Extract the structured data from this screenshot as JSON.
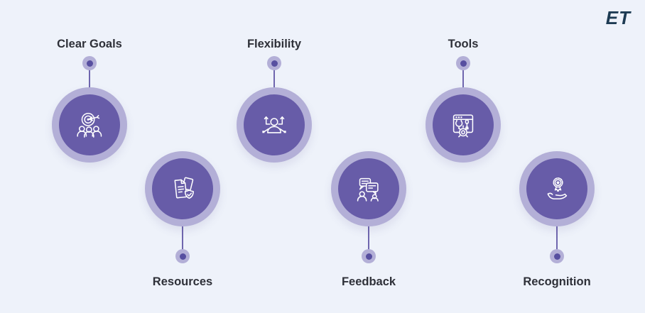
{
  "logo": {
    "text": "ET"
  },
  "colors": {
    "bg": "#eef2fa",
    "ring": "#b3afd7",
    "disc": "#675ca8",
    "dot": "#574fa0",
    "line": "#6f66ae",
    "label": "#2e3038",
    "logo": "#1d3b53",
    "icon": "#ffffff"
  },
  "items": [
    {
      "label": "Clear Goals",
      "position": "top",
      "icon": "team-target-icon"
    },
    {
      "label": "Resources",
      "position": "bottom",
      "icon": "documents-shield-icon"
    },
    {
      "label": "Flexibility",
      "position": "top",
      "icon": "flexible-person-icon"
    },
    {
      "label": "Feedback",
      "position": "bottom",
      "icon": "chat-feedback-icon"
    },
    {
      "label": "Tools",
      "position": "top",
      "icon": "tools-window-icon"
    },
    {
      "label": "Recognition",
      "position": "bottom",
      "icon": "award-hand-icon"
    }
  ]
}
